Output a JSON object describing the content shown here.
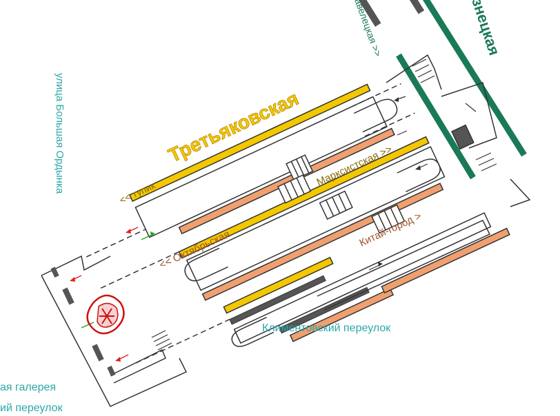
{
  "map": {
    "station_title": "Третьяковская",
    "station_right_partial": "знецкая",
    "street_left_vertical": "улица Большая Ордынка",
    "street_top_partial": "авелецкая >>",
    "label_dead_end": "<< тупик",
    "label_oktyabrskaya": "<< Октябрьская",
    "label_marksistskaya": "Марксистская >>",
    "label_kitay_gorod": "Китай-город >",
    "street_bottom_right": "Климентовский переулок",
    "street_bottom_left_1": "ая галерея",
    "street_bottom_left_2": "ий переулок"
  },
  "colors": {
    "yellow_line": "#f4c800",
    "orange_line": "#f0a070",
    "green_line": "#1a7a56",
    "gray_line": "#555555",
    "teal_text": "#2aa8a8",
    "title_yellow": "#f7c800",
    "brown_text": "#a0522d",
    "arrow_red": "#dd2222",
    "arrow_green": "#22aa22",
    "exit_mark_red": "#cc1111"
  },
  "icons": {
    "closed_exit_mark": "closed-entrance-icon"
  }
}
